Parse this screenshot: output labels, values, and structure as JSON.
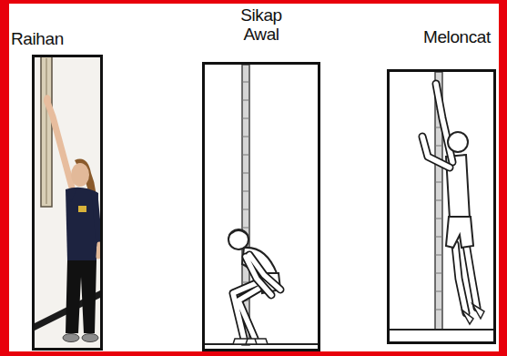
{
  "diagram": {
    "nodes": [
      {
        "text": [
          "Raihan"
        ]
      },
      {
        "text": [
          "Sikap Awal"
        ]
      },
      {
        "text": [
          "Meloncat"
        ]
      }
    ]
  }
}
